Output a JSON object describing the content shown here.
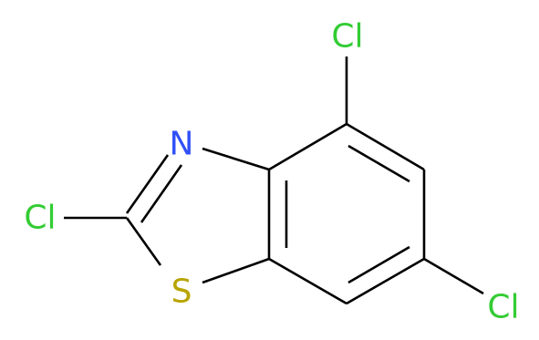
{
  "atoms": {
    "cl_top": {
      "symbol": "Cl",
      "color": "#33cc33"
    },
    "cl_left": {
      "symbol": "Cl",
      "color": "#33cc33"
    },
    "cl_right": {
      "symbol": "Cl",
      "color": "#33cc33"
    },
    "nitrogen": {
      "symbol": "N",
      "color": "#3050f8"
    },
    "sulfur": {
      "symbol": "S",
      "color": "#b8a400"
    }
  },
  "bond_color": "#000000"
}
